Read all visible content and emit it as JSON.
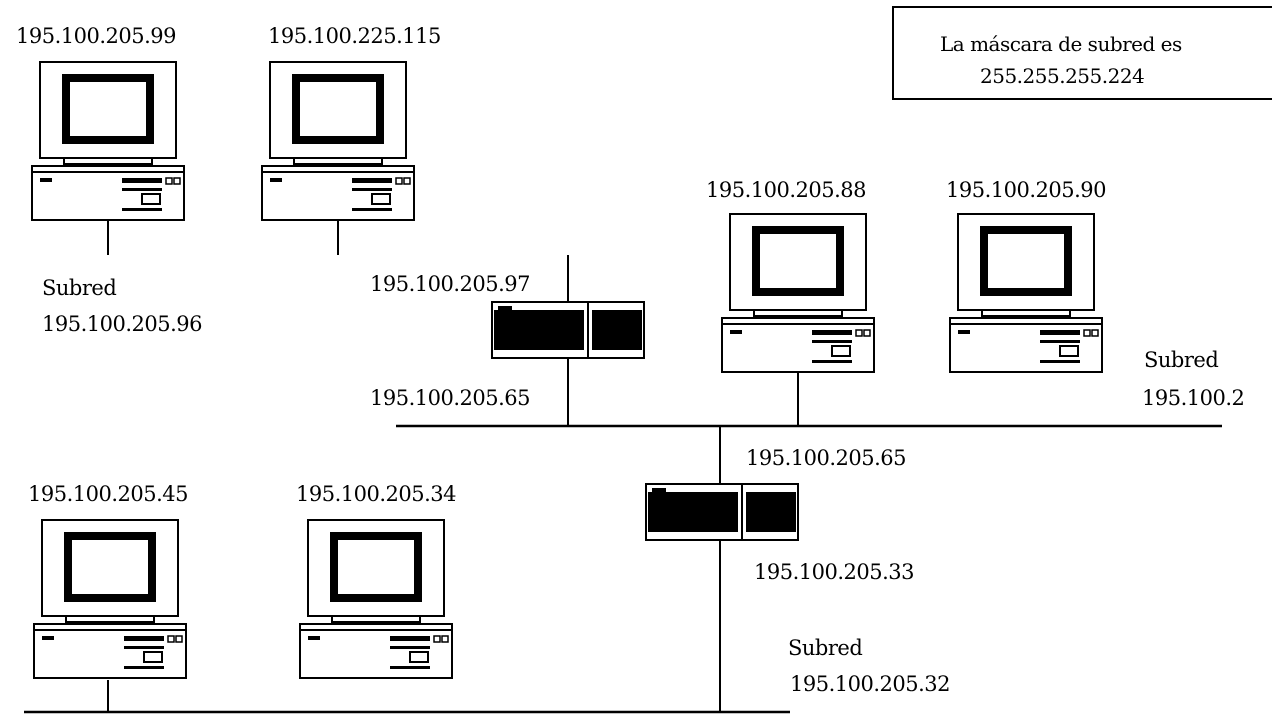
{
  "note": {
    "line1": "La máscara de subred es",
    "line2": "255.255.255.224"
  },
  "hosts": [
    {
      "ip": "195.100.205.99"
    },
    {
      "ip": "195.100.225.115"
    },
    {
      "ip": "195.100.205.88"
    },
    {
      "ip": "195.100.205.90"
    },
    {
      "ip": "195.100.205.45"
    },
    {
      "ip": "195.100.205.34"
    }
  ],
  "routers": [
    {
      "upper_ip": "195.100.205.97",
      "lower_ip": "195.100.205.65"
    },
    {
      "upper_ip": "195.100.205.65",
      "lower_ip": "195.100.205.33"
    }
  ],
  "subnets": [
    {
      "label": "Subred",
      "address": "195.100.205.96"
    },
    {
      "label": "Subred",
      "address": "195.100.2"
    },
    {
      "label": "Subred",
      "address": "195.100.205.32"
    }
  ]
}
